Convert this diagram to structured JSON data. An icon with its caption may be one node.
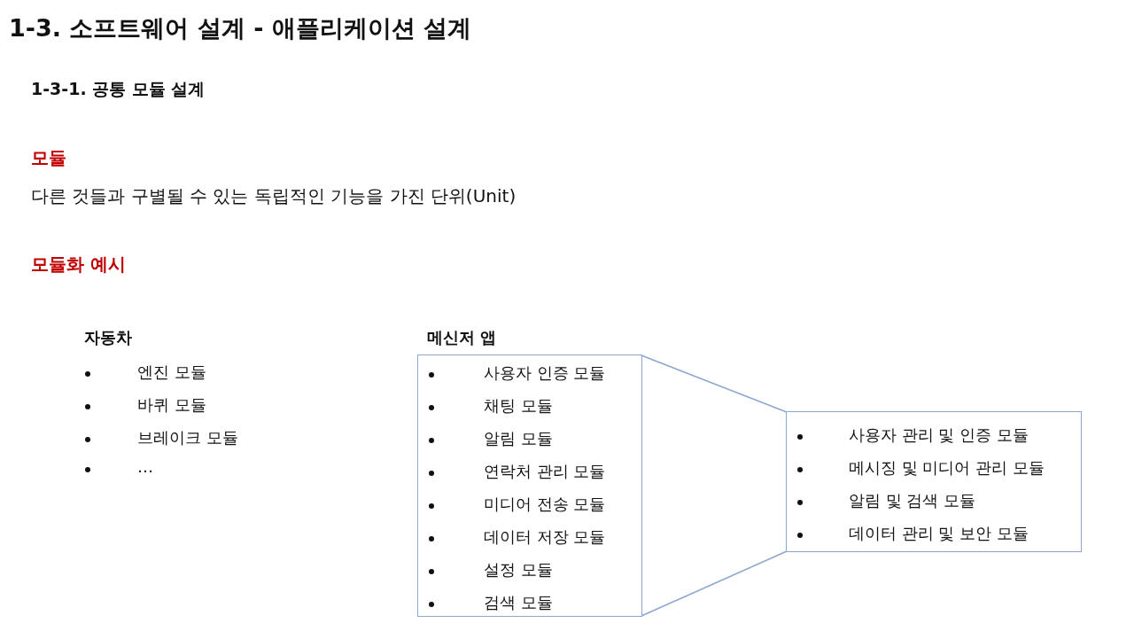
{
  "diagram": {
    "title": "1-3. 소프트웨어 설계 - 애플리케이션 설계",
    "nodes": [
      {
        "text": [
          "메신저 앱",
          "사용자 인증 모듈",
          "채팅 모듈",
          "알림 모듈",
          "연락처 관리 모듈",
          "미디어 전송 모듈",
          "데이터 저장 모듈",
          "설정 모듈",
          "검색 모듈"
        ]
      },
      {
        "text": [
          "사용자 관리 및 인증 모듈",
          "메시징 및 미디어 관리 모듈",
          "알림 및 검색 모듈",
          "데이터 관리 및 보안 모듈"
        ]
      }
    ],
    "edges": [
      {
        "from": 0,
        "to": 1,
        "arrow": "none"
      },
      {
        "from": 0,
        "to": 1,
        "arrow": "none"
      }
    ],
    "labels": [
      "1-3-1. 공통 모듈 설계",
      "모듈",
      "다른 것들과 구별될 수 있는 독립적인 기능을 가진 단위(Unit)",
      "모듈화 예시",
      "자동차",
      "엔진 모듈",
      "바퀴 모듈",
      "브레이크 모듈",
      "…"
    ]
  }
}
